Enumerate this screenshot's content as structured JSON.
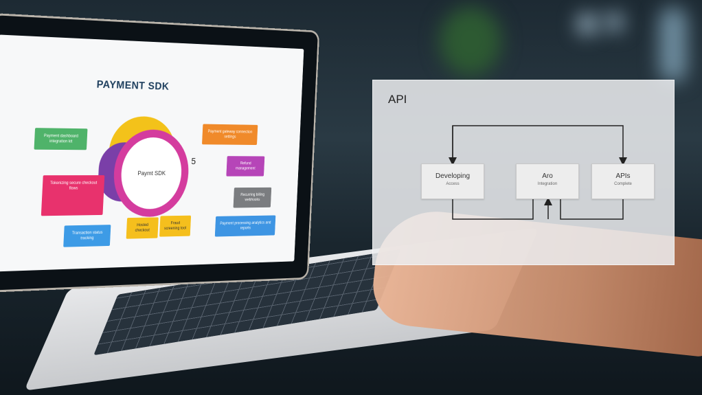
{
  "scene": {
    "description": "Photo of a laptop on a glossy desk with a hand on the trackpad and a translucent API diagram overlay",
    "colors": {
      "background": "#1d2a33",
      "screen": "#f7f8f9",
      "panel": "#eceef0"
    }
  },
  "laptop_screen": {
    "title": "PAYMENT SDK",
    "hub_label": "Paymt SDK",
    "number_label": "5",
    "boxes": [
      {
        "id": "green",
        "color": "#4fb36a",
        "text": "Payment dashboard integration kit"
      },
      {
        "id": "pink",
        "color": "#e8326d",
        "text": "Tokenizing secure checkout flows"
      },
      {
        "id": "blue-left",
        "color": "#3d9be6",
        "text": "Transaction status tracking"
      },
      {
        "id": "yellow-1",
        "color": "#f5bf1d",
        "text": "Hosted checkout"
      },
      {
        "id": "yellow-2",
        "color": "#f5bf1d",
        "text": "Fraud screening tool"
      },
      {
        "id": "orange",
        "color": "#f08a2a",
        "text": "Payment gateway connection settings"
      },
      {
        "id": "magenta",
        "color": "#b645b8",
        "text": "Refund management"
      },
      {
        "id": "gray",
        "color": "#7b7d80",
        "text": "Recurring billing webhooks"
      },
      {
        "id": "blue-right",
        "color": "#3e95e3",
        "text": "Payment processing analytics and reports"
      }
    ]
  },
  "api_overlay": {
    "title": "API",
    "nodes": [
      {
        "title": "Developing",
        "subtitle": "Access"
      },
      {
        "title": "Aro",
        "subtitle": "Integration"
      },
      {
        "title": "APIs",
        "subtitle": "Complete"
      }
    ]
  }
}
